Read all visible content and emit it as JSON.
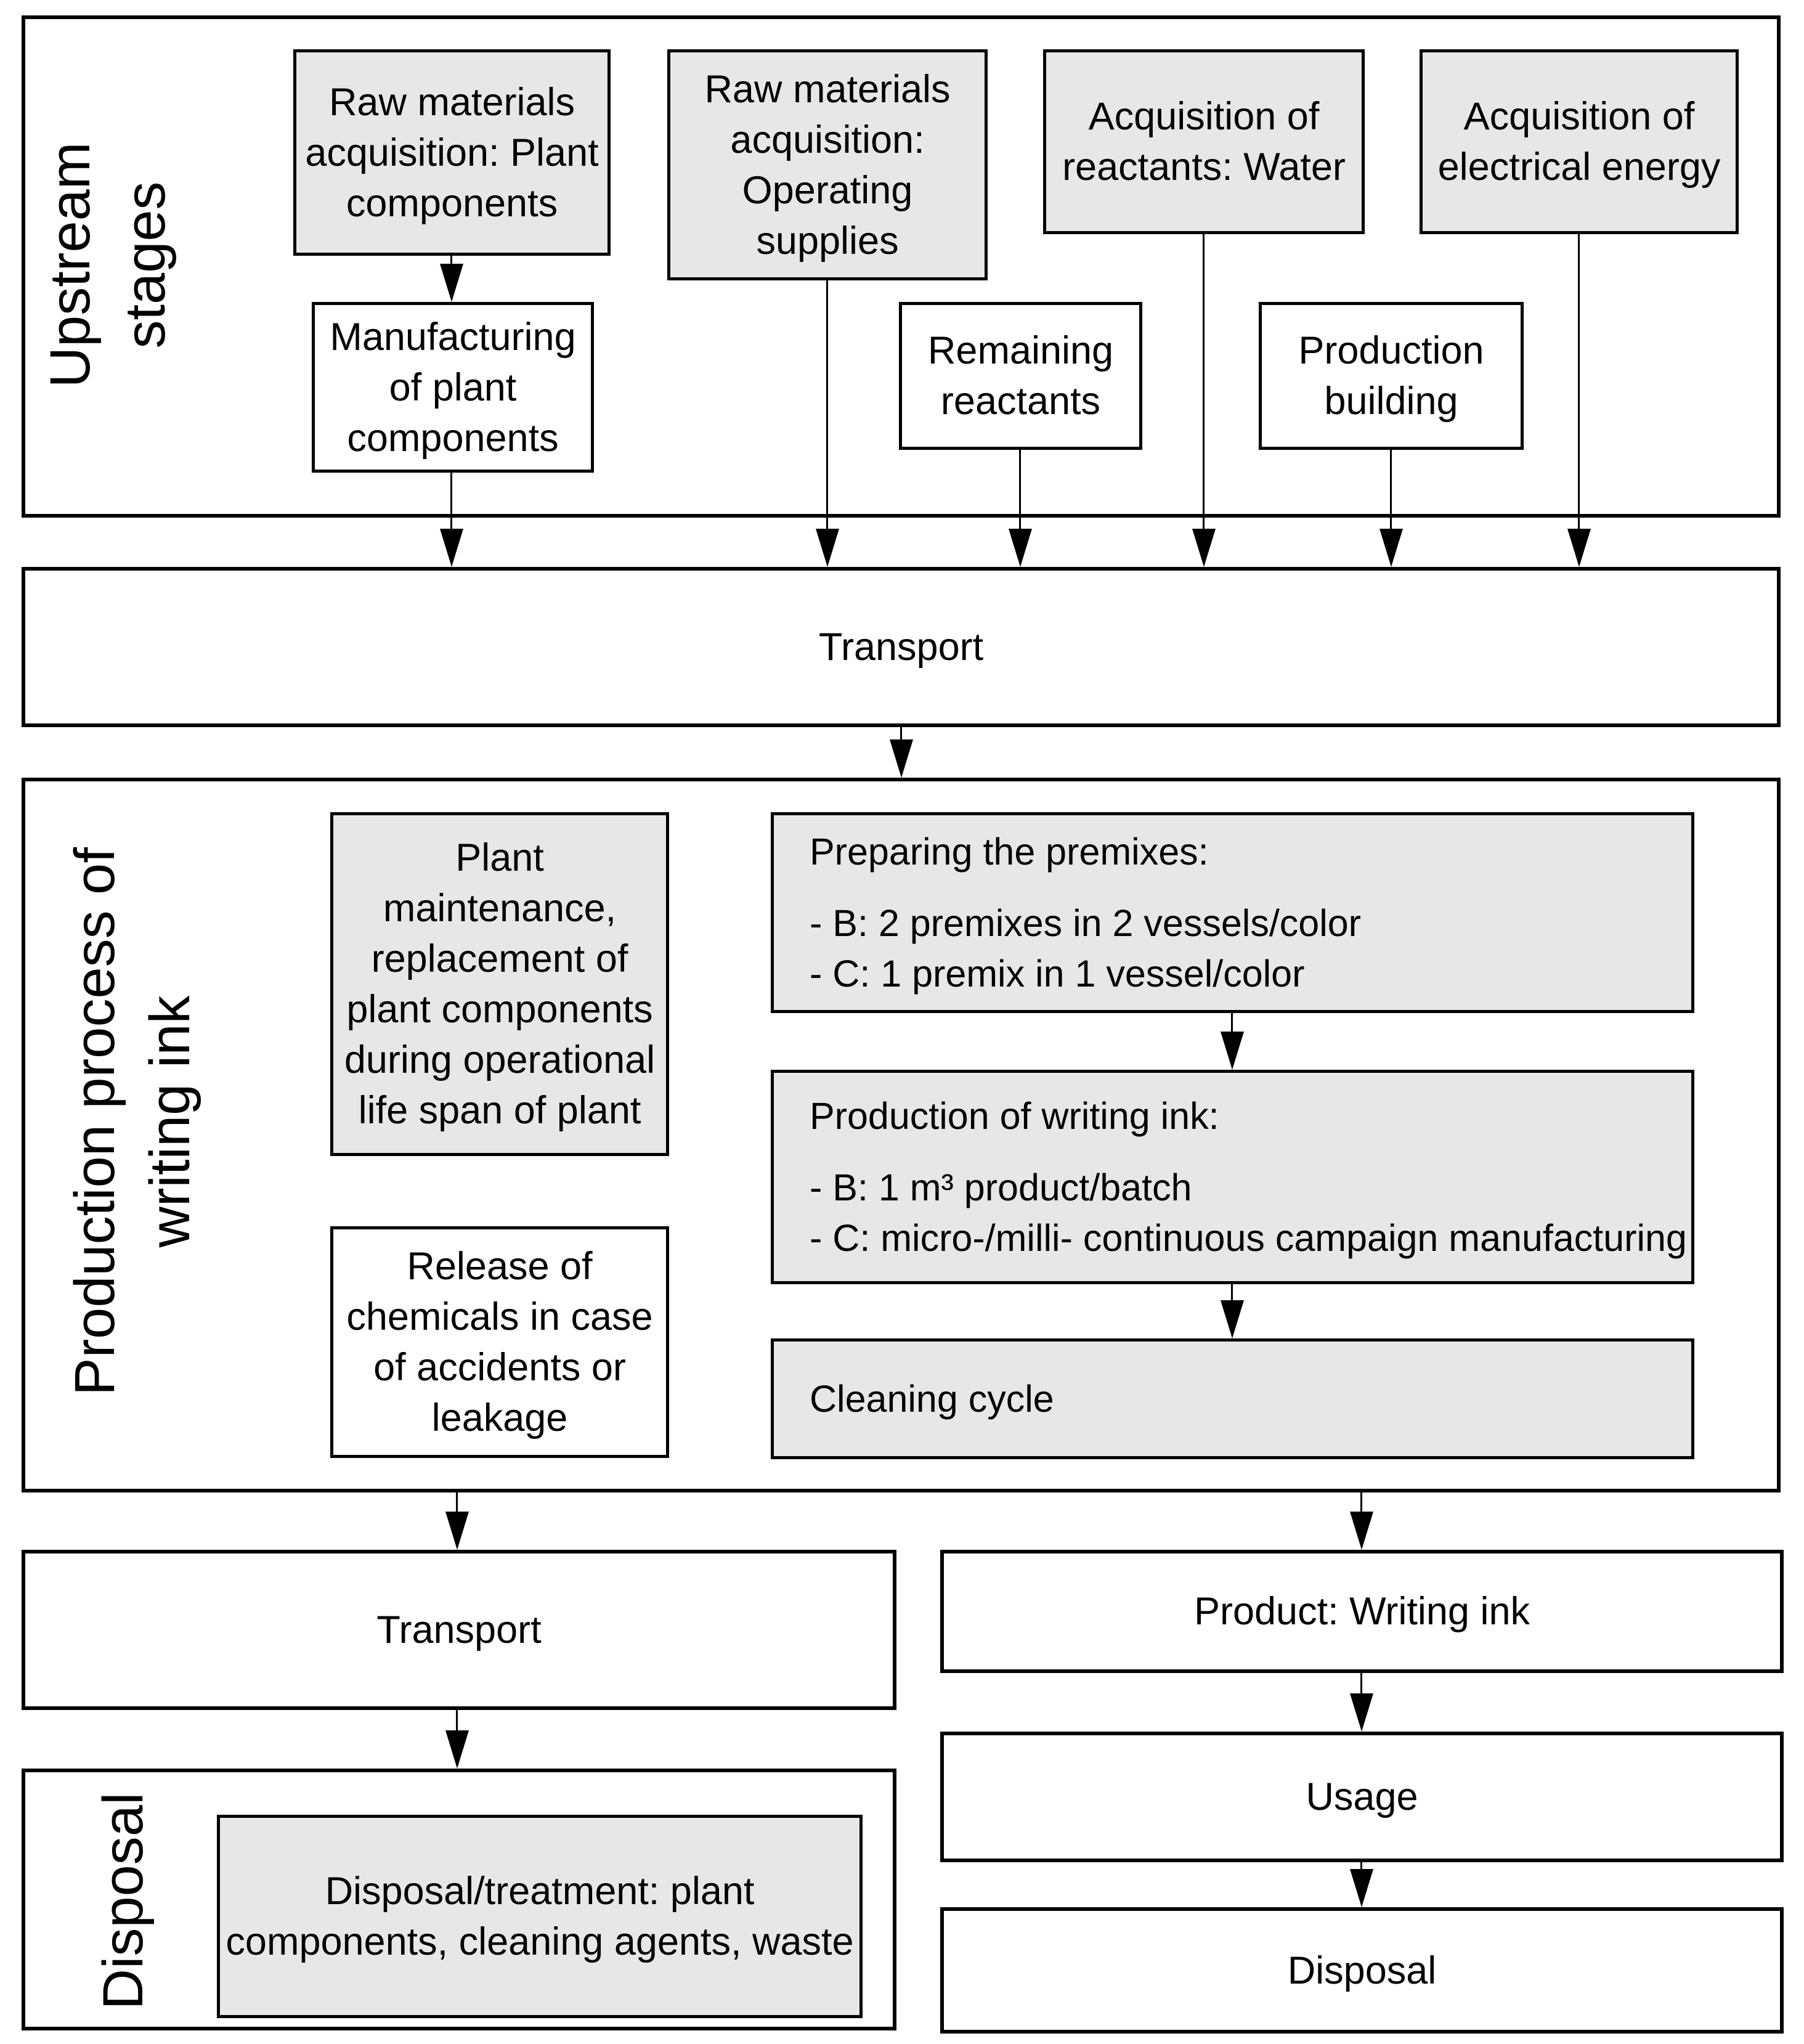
{
  "colors": {
    "border": "#000000",
    "gray_fill": "#e7e7e7",
    "white_fill": "#ffffff"
  },
  "sections": {
    "upstream": {
      "label": [
        "Upstream",
        "stages"
      ],
      "gray_boxes": [
        {
          "lines": [
            "Raw materials",
            "acquisition: Plant",
            "components"
          ]
        },
        {
          "lines": [
            "Raw materials",
            "acquisition:",
            "Operating",
            "supplies"
          ]
        },
        {
          "lines": [
            "Acquisition of",
            "reactants: Water"
          ]
        },
        {
          "lines": [
            "Acquisition of",
            "electrical energy"
          ]
        }
      ],
      "white_boxes": [
        {
          "lines": [
            "Manufacturing",
            "of plant",
            "components"
          ]
        },
        {
          "lines": [
            "Remaining",
            "reactants"
          ]
        },
        {
          "lines": [
            "Production",
            "building"
          ]
        }
      ]
    },
    "transport_top": {
      "label": "Transport"
    },
    "production": {
      "label": [
        "Production process of",
        "writing ink"
      ],
      "plant_maintenance": {
        "lines": [
          "Plant",
          "maintenance,",
          "replacement of",
          "plant components",
          "during operational",
          "life span of plant"
        ]
      },
      "release": {
        "lines": [
          "Release of",
          "chemicals in case",
          "of accidents or",
          "leakage"
        ]
      },
      "preparing": {
        "title": "Preparing the premixes:",
        "bullets": [
          "- B: 2 premixes in 2 vessels/color",
          "- C: 1 premix in 1 vessel/color"
        ]
      },
      "production_ink": {
        "title": "Production of writing ink:",
        "bullets": [
          "- B: 1 m³ product/batch",
          "- C: micro-/milli- continuous campaign manufacturing"
        ]
      },
      "cleaning": {
        "title": "Cleaning cycle"
      }
    },
    "transport_bottom": {
      "label": "Transport"
    },
    "disposal": {
      "label": "Disposal",
      "treatment": {
        "lines": [
          "Disposal/treatment: plant",
          "components, cleaning agents, waste"
        ]
      }
    },
    "product_chain": [
      {
        "label": "Product: Writing ink"
      },
      {
        "label": "Usage"
      },
      {
        "label": "Disposal"
      }
    ]
  }
}
